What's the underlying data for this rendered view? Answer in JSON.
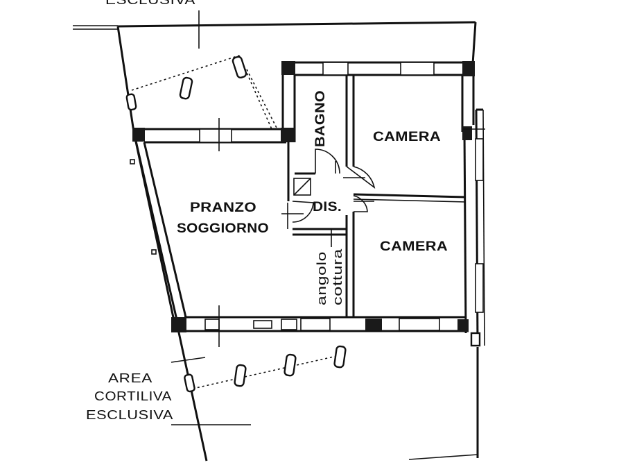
{
  "rooms": {
    "bagno": "BAGNO",
    "camera_top": "CAMERA",
    "camera_bottom": "CAMERA",
    "pranzo_line1": "PRANZO",
    "pranzo_line2": "SOGGIORNO",
    "dis": "DIS.",
    "angolo_line1": "angolo",
    "angolo_line2": "cottura"
  },
  "areas": {
    "top_partial": "ESCLUSIVA",
    "bottom_line1": "AREA",
    "bottom_line2": "CORTILIVA",
    "bottom_line3": "ESCLUSIVA"
  }
}
